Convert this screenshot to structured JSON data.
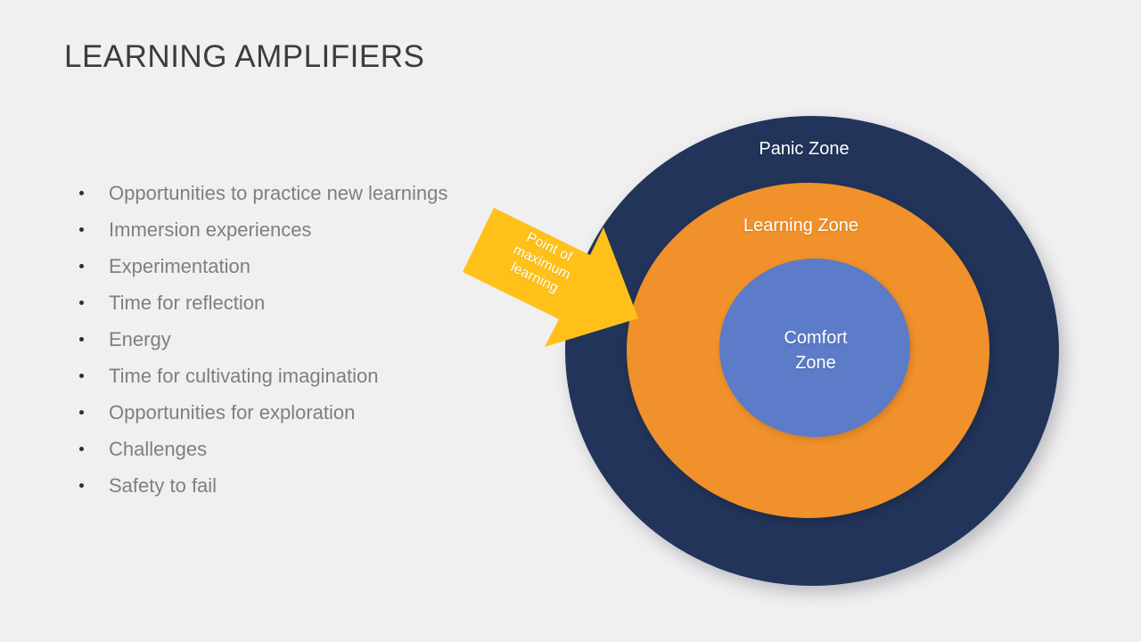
{
  "slide": {
    "title": "LEARNING AMPLIFIERS"
  },
  "bullet_list": {
    "items": [
      "Opportunities to practice new learnings",
      "Immersion experiences",
      "Experimentation",
      "Time for reflection",
      "Energy",
      "Time for cultivating imagination",
      "Opportunities for exploration",
      "Challenges",
      "Safety to fail"
    ]
  },
  "diagram": {
    "zones": {
      "panic": {
        "label": "Panic Zone",
        "color": "#223459"
      },
      "learning": {
        "label": "Learning Zone",
        "color": "#F0912B"
      },
      "comfort": {
        "label": "Comfort Zone",
        "color": "#5C7BC8"
      }
    },
    "arrow": {
      "lines": [
        "Point of",
        "maximum",
        "learning"
      ],
      "color": "#FFC119",
      "text_color": "#FFFFFF"
    }
  },
  "colors": {
    "background": "#F0F0F1",
    "title_text": "#3C3C3C",
    "bullet_text": "#7F7F7F"
  }
}
